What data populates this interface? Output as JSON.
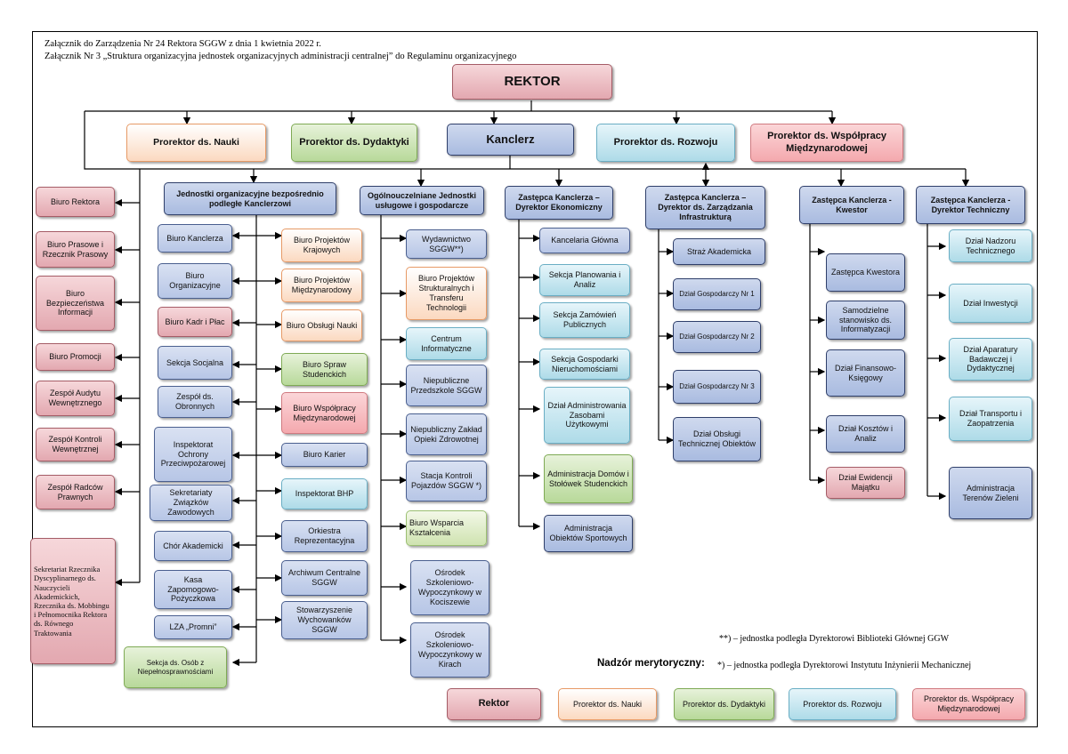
{
  "header": {
    "line1": "Załącznik do Zarządzenia Nr  24 Rektora SGGW z dnia 1 kwietnia 2022 r.",
    "line2": "Załącznik Nr 3 „Struktura organizacyjna jednostek  organizacyjnych administracji centralnej” do Regulaminu organizacyjnego"
  },
  "top": {
    "rektor": "REKTOR",
    "prorektor_nauki": "Prorektor ds. Nauki",
    "prorektor_dydaktyki": "Prorektor ds. Dydaktyki",
    "kanclerz": "Kanclerz",
    "prorektor_rozwoju": "Prorektor ds. Rozwoju",
    "prorektor_wspolpracy": "Prorektor ds. Współpracy Międzynarodowej"
  },
  "rektor_units": [
    "Biuro Rektora",
    "Biuro Prasowe i Rzecznik Prasowy",
    "Biuro Bezpieczeństwa Informacji",
    "Biuro Promocji",
    "Zespół Audytu Wewnętrznego",
    "Zespół Kontroli Wewnętrznej",
    "Zespół Radców Prawnych",
    "Sekretariat Rzecznika Dyscyplinarnego ds. Nauczycieli Akademickich, Rzecznika ds. Mobbingu i Pełnomocnika Rektora ds. Równego Traktowania"
  ],
  "kanclerz_group": {
    "head": "Jednostki organizacyjne bezpośrednio podległe Kanclerzowi",
    "left": [
      "Biuro Kanclerza",
      "Biuro Organizacyjne",
      "Biuro Kadr i Płac",
      "Sekcja Socjalna",
      "Zespół ds. Obronnych",
      "Inspektorat Ochrony Przeciwpożarowej",
      "Sekretariaty Związków Zawodowych",
      "Chór Akademicki",
      "Kasa Zapomogowo-Pożyczkowa",
      "LZA „Promni”"
    ],
    "right": [
      "Biuro Projektów Krajowych",
      "Biuro Projektów Międzynarodowy",
      "Biuro Obsługi Nauki",
      "Biuro Spraw Studenckich",
      "Biuro Współpracy Międzynarodowej",
      "Biuro Karier",
      "Inspektorat BHP",
      "Orkiestra Reprezentacyjna",
      "Archiwum Centralne SGGW",
      "Stowarzyszenie Wychowanków SGGW"
    ],
    "extra": "Sekcja ds. Osób z Niepełnosprawnościami"
  },
  "ogolno_group": {
    "head": "Ogólnouczelniane Jednostki usługowe i gospodarcze",
    "items": [
      "Wydawnictwo SGGW**)",
      "Biuro Projektów Strukturalnych i Transferu Technologii",
      "Centrum Informatyczne",
      "Niepubliczne Przedszkole SGGW",
      "Niepubliczny Zakład Opieki Zdrowotnej",
      "Stacja Kontroli Pojazdów SGGW  *)",
      "Biuro Wsparcia Kształcenia",
      "Ośrodek Szkoleniowo-Wypoczynkowy w Kociszewie",
      "Ośrodek Szkoleniowo-Wypoczynkowy w Kirach"
    ]
  },
  "ekonom_group": {
    "head": "Zastępca Kanclerza – Dyrektor Ekonomiczny",
    "items": [
      "Kancelaria Główna",
      "Sekcja Planowania i Analiz",
      "Sekcja Zamówień Publicznych",
      "Sekcja Gospodarki Nieruchomościami",
      "Dział Administrowania Zasobami Użytkowymi",
      "Administracja Domów i Stołówek Studenckich",
      "Administracja Obiektów Sportowych"
    ]
  },
  "infra_group": {
    "head": "Zastępca Kanclerza – Dyrektor ds. Zarządzania Infrastrukturą",
    "items": [
      "Straż Akademicka",
      "Dział Gospodarczy Nr 1",
      "Dział Gospodarczy Nr 2",
      "Dział Gospodarczy Nr 3",
      "Dział Obsługi Technicznej Obiektów"
    ]
  },
  "kwestor_group": {
    "head": "Zastępca Kanclerza - Kwestor",
    "items": [
      "Zastępca Kwestora",
      "Samodzielne stanowisko ds. Informatyzacji",
      "Dział Finansowo-Księgowy",
      "Dział Kosztów i Analiz",
      "Dział Ewidencji Majątku"
    ]
  },
  "tech_group": {
    "head": "Zastępca Kanclerza - Dyrektor Techniczny",
    "items": [
      "Dział Nadzoru Technicznego",
      "Dział Inwestycji",
      "Dział Aparatury Badawczej i Dydaktycznej",
      "Dział Transportu i Zaopatrzenia",
      "Administracja Terenów Zieleni"
    ]
  },
  "notes": {
    "note1": "**)  – jednostka  podległa Dyrektorowi Biblioteki Głównej GGW",
    "label": "Nadzór merytoryczny:",
    "note2": "*) – jednostka  podległa Dyrektorowi Instytutu Inżynierii Mechanicznej"
  },
  "legend": [
    "Rektor",
    "Prorektor ds. Nauki",
    "Prorektor ds. Dydaktyki",
    "Prorektor ds. Rozwoju",
    "Prorektor ds. Współpracy Międzynarodowej"
  ],
  "colors": {
    "line": "#000000",
    "blue": "#b7c6e6",
    "red": "#e3a8b0",
    "orange": "#fbd9c0",
    "green": "#b8d99a",
    "cyan": "#aedbe8",
    "pink": "#f4a9ae"
  }
}
